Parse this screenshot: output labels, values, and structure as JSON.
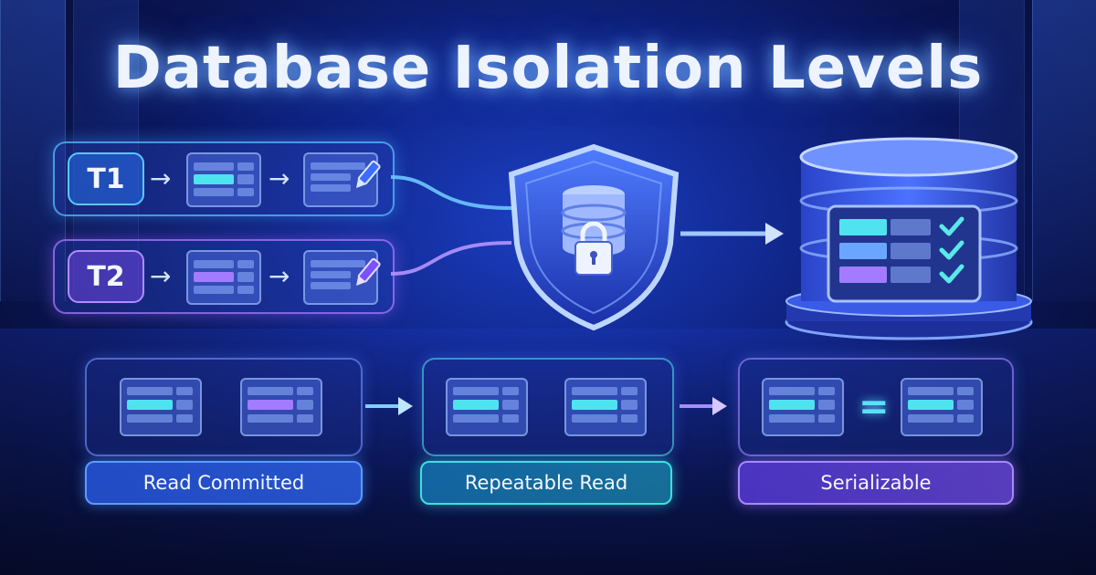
{
  "title": "Database Isolation Levels",
  "transactions": [
    {
      "label": "T1",
      "accent": "#5ac8ff"
    },
    {
      "label": "T2",
      "accent": "#b08cff"
    }
  ],
  "levels": [
    {
      "label": "Read Committed",
      "accent": "#5a9cff"
    },
    {
      "label": "Repeatable Read",
      "accent": "#3ee0e0"
    },
    {
      "label": "Serializable",
      "accent": "#a888ff"
    }
  ],
  "equals_symbol": "=",
  "colors": {
    "cyan_row": "#4fe3f0",
    "purple_row": "#a27bff",
    "check": "#5ae8e8"
  },
  "icons": [
    "shield-icon",
    "lock-icon",
    "database-icon",
    "pencil-icon",
    "check-icon",
    "arrow-right-icon",
    "table-icon"
  ]
}
